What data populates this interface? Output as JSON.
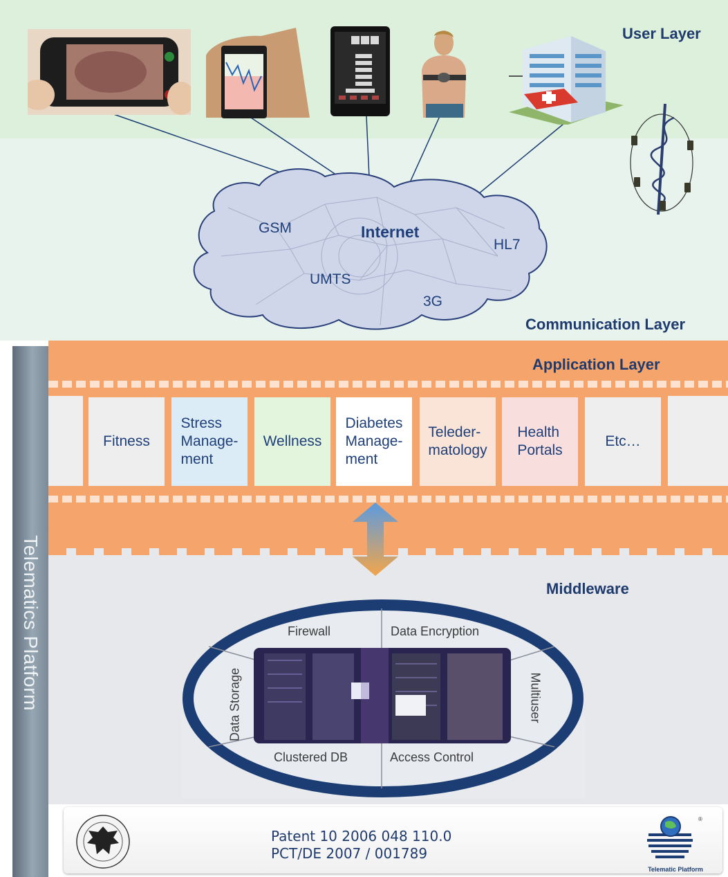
{
  "layers": {
    "user": "User Layer",
    "communication": "Communication Layer",
    "application": "Application Layer",
    "middleware": "Middleware",
    "platform": "Telematics Platform"
  },
  "network": {
    "center": "Internet",
    "labels": [
      "GSM",
      "UMTS",
      "HL7",
      "3G"
    ]
  },
  "applications": [
    {
      "label": "Fitness",
      "color": "#eeeeee"
    },
    {
      "label": "Stress\nManage-\nment",
      "color": "#dcecf6"
    },
    {
      "label": "Wellness",
      "color": "#e3f5dc"
    },
    {
      "label": "Diabetes\nManage-\nment",
      "color": "#ffffff"
    },
    {
      "label": "Teleder-\nmatology",
      "color": "#f9e4d7"
    },
    {
      "label": "Health\nPortals",
      "color": "#f8dedc"
    },
    {
      "label": "Etc…",
      "color": "#eeeeee"
    }
  ],
  "middleware": {
    "firewall": "Firewall",
    "encryption": "Data Encryption",
    "storage": "Data Storage",
    "multiuser": "Multiuser",
    "clustered": "Clustered DB",
    "access": "Access Control"
  },
  "footer": {
    "line1": "Patent 10 2006 048 110.0",
    "line2": "PCT/DE 2007 / 001789",
    "logo_caption": "Telematic Platform"
  },
  "colors": {
    "title_blue": "#1f3b6e",
    "app_orange": "#f5a56b",
    "ring_navy": "#1c3d73"
  }
}
